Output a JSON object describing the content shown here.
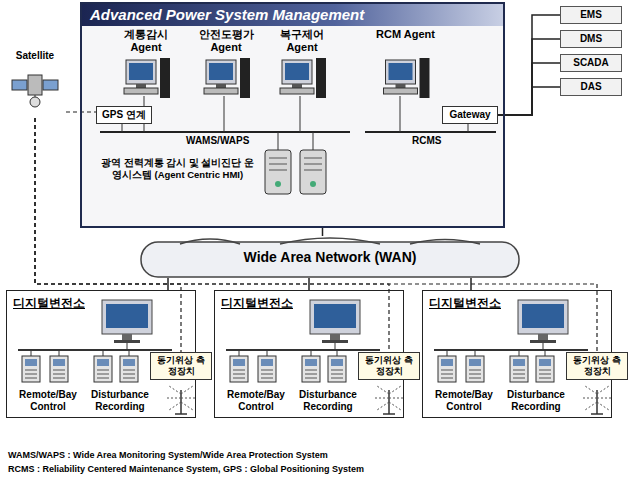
{
  "diagram": {
    "nodes": [
      {
        "text": [
          "Advanced Power System Management"
        ]
      },
      {
        "text": [
          "계통감시 Agent"
        ],
        "in": 0
      },
      {
        "text": [
          "안전도평가 Agent"
        ],
        "in": 0
      },
      {
        "text": [
          "복구제어 Agent"
        ],
        "in": 0
      },
      {
        "text": [
          "RCM Agent"
        ],
        "in": 0
      },
      {
        "text": [
          "GPS 연계"
        ],
        "in": 0
      },
      {
        "text": [
          "Gateway"
        ],
        "in": 0
      },
      {
        "text": [
          "EMS"
        ]
      },
      {
        "text": [
          "DMS"
        ]
      },
      {
        "text": [
          "SCADA"
        ]
      },
      {
        "text": [
          "DAS"
        ]
      },
      {
        "text": [
          "Satellite"
        ]
      },
      {
        "text": [
          "Wide Area Network (WAN)"
        ]
      },
      {
        "text": [
          "디지털변전소"
        ]
      },
      {
        "text": [
          "Remote/Bay Control"
        ],
        "in": 13
      },
      {
        "text": [
          "Disturbance Recording"
        ],
        "in": 13
      },
      {
        "text": [
          "동기위상 측정장치"
        ]
      },
      {
        "text": [
          "디지털변전소"
        ]
      },
      {
        "text": [
          "Remote/Bay Control"
        ],
        "in": 17
      },
      {
        "text": [
          "Disturbance Recording"
        ],
        "in": 17
      },
      {
        "text": [
          "동기위상 측정장치"
        ]
      },
      {
        "text": [
          "디지털변전소"
        ]
      },
      {
        "text": [
          "Remote/Bay Control"
        ],
        "in": 21
      },
      {
        "text": [
          "Disturbance Recording"
        ],
        "in": 21
      },
      {
        "text": [
          "동기위상 측정장치"
        ]
      }
    ],
    "edges": [
      {
        "from": 6,
        "to": 7,
        "arrow": "none"
      },
      {
        "from": 6,
        "to": 8,
        "arrow": "none"
      },
      {
        "from": 6,
        "to": 9,
        "arrow": "none"
      },
      {
        "from": 6,
        "to": 10,
        "arrow": "none"
      },
      {
        "from": 11,
        "to": 5,
        "arrow": "none"
      },
      {
        "from": 11,
        "to": 16,
        "arrow": "none"
      },
      {
        "from": 11,
        "to": 20,
        "arrow": "none"
      },
      {
        "from": 11,
        "to": 24,
        "arrow": "none"
      },
      {
        "from": 0,
        "to": 12,
        "arrow": "none"
      },
      {
        "from": 12,
        "to": 13,
        "arrow": "none"
      },
      {
        "from": 12,
        "to": 17,
        "arrow": "none"
      },
      {
        "from": 12,
        "to": 21,
        "arrow": "none"
      }
    ],
    "labels": [
      "WAMS/WAPS",
      "RCMS",
      "광역 전력계통 감시 및 설비진단 운영시스템 (Agent Centric HMI)",
      "WAMS/WAPS : Wide Area Monitoring System/Wide Area Protection System",
      "RCMS : Reliability Centered Maintenance System, GPS : Global Positioning System"
    ]
  }
}
